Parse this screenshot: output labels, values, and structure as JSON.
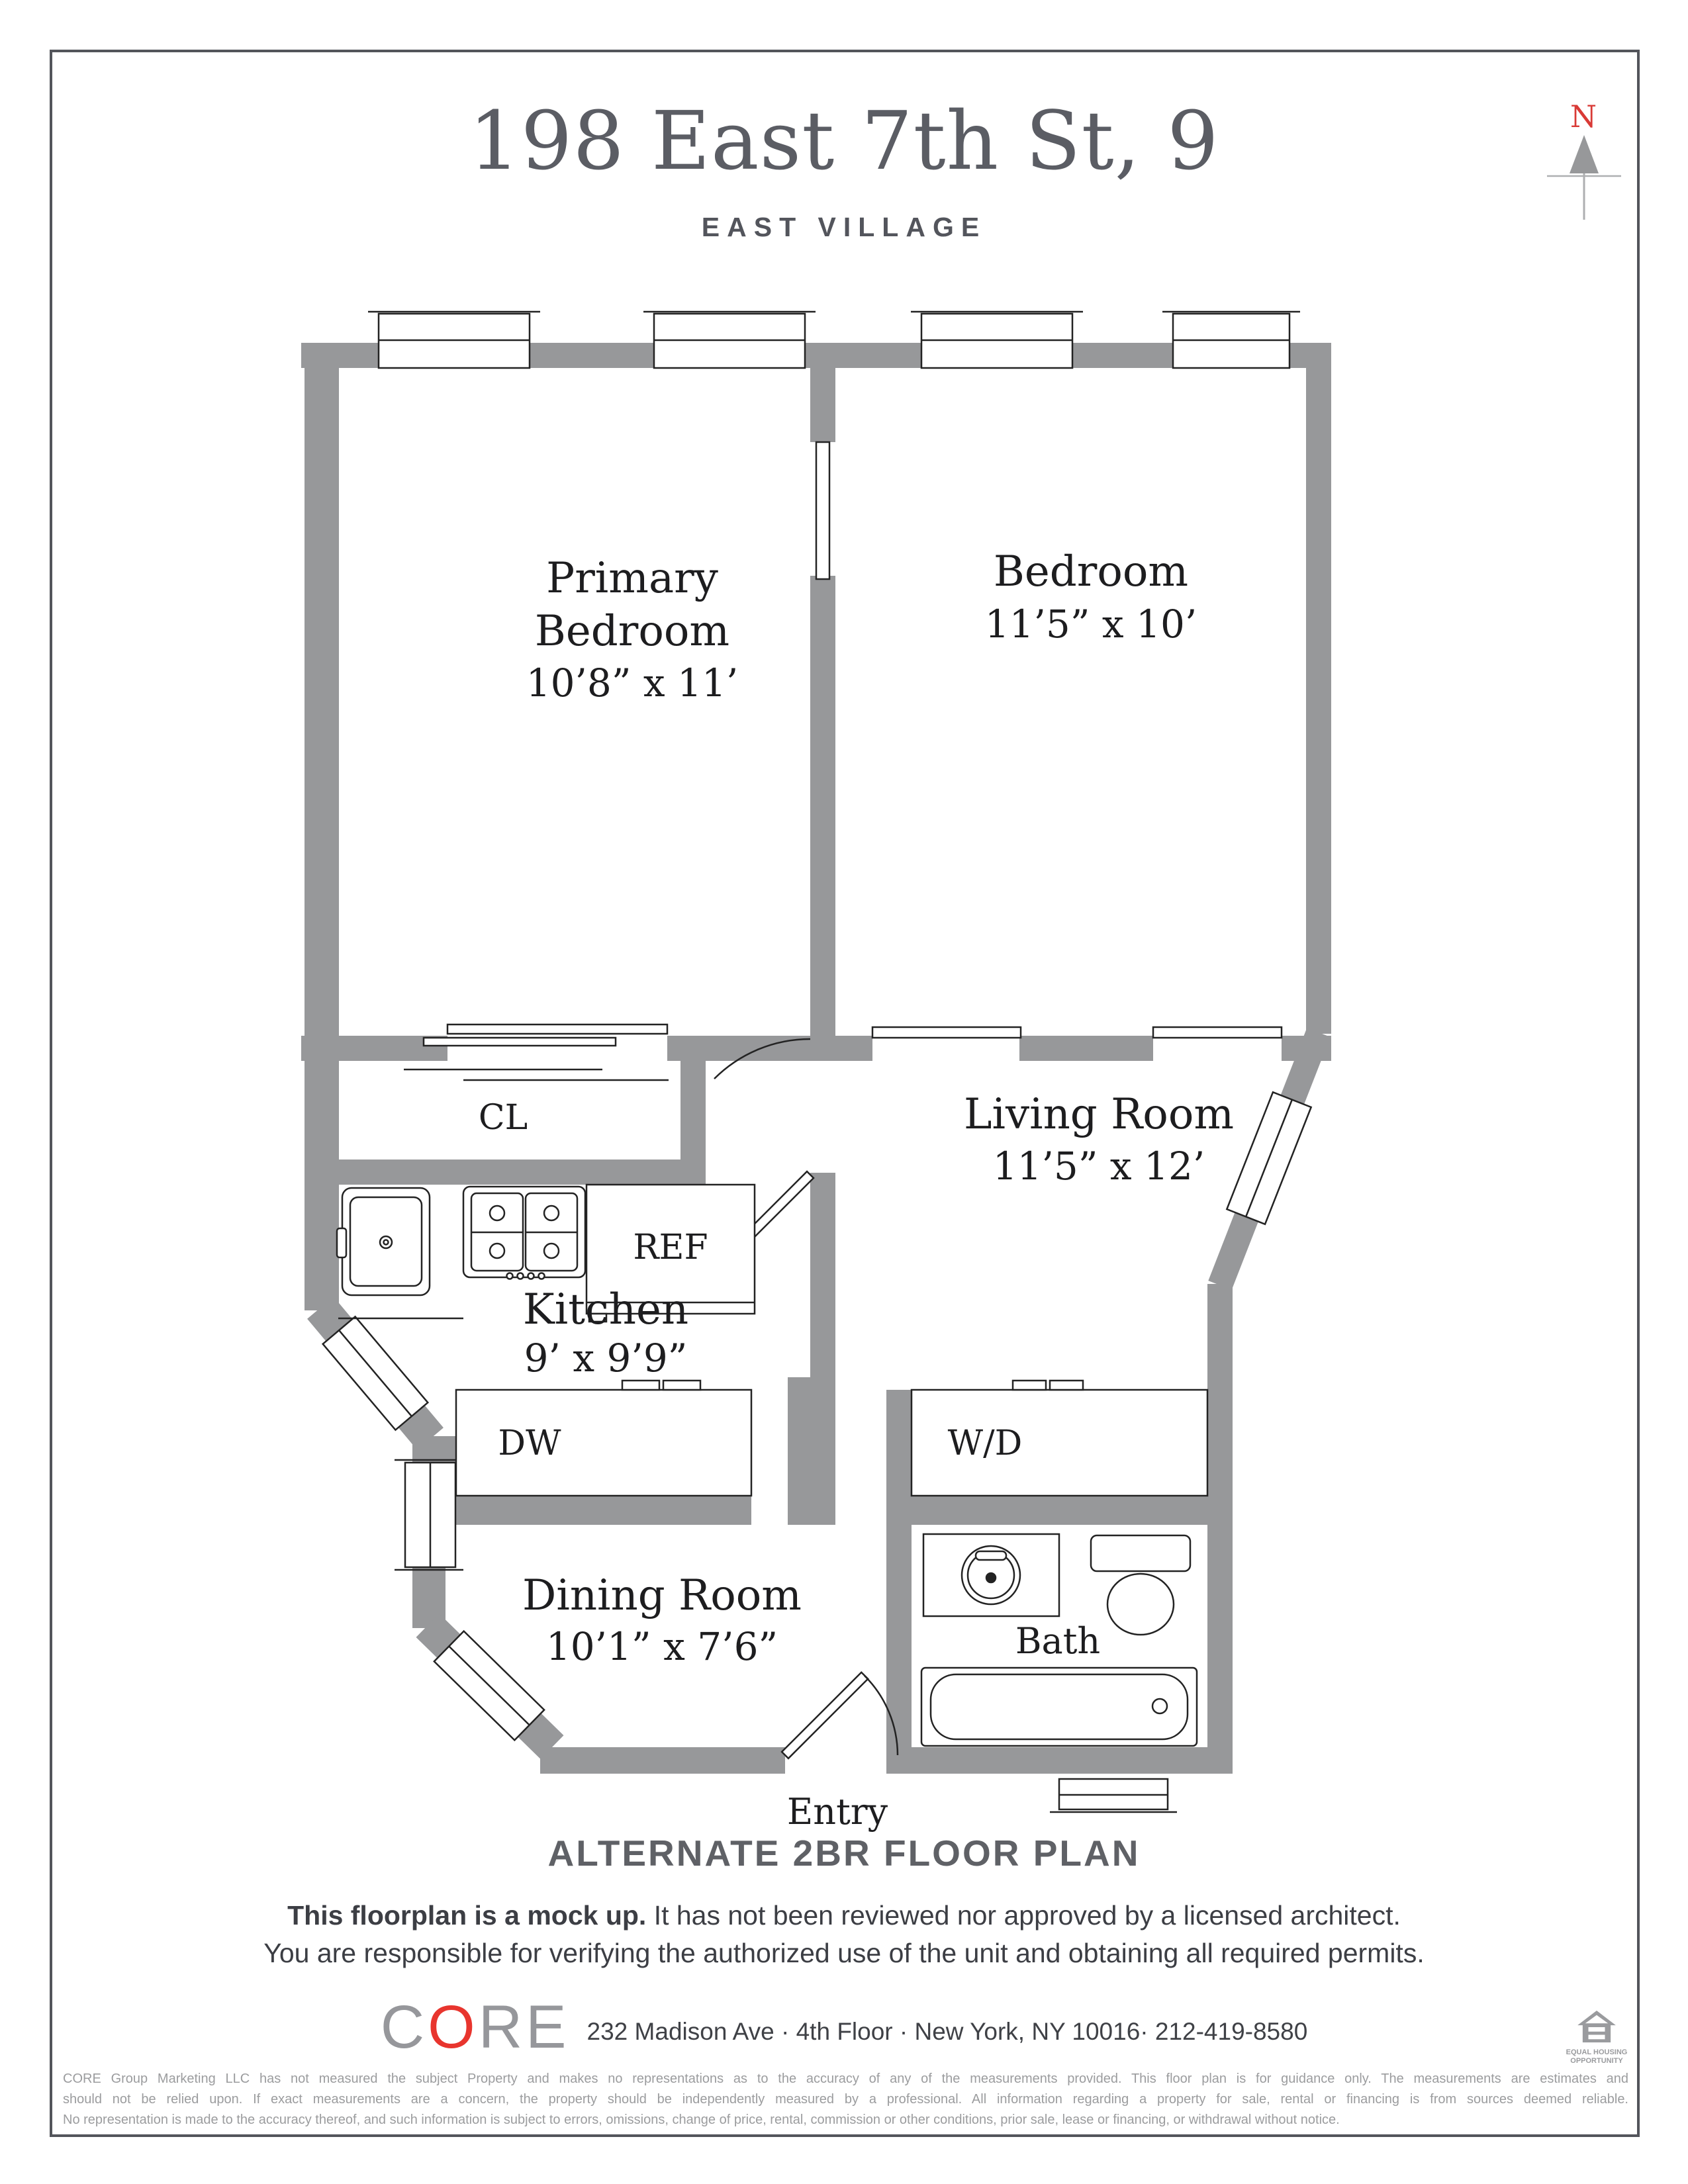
{
  "header": {
    "title": "198 East 7th St, 9",
    "neighborhood": "EAST VILLAGE"
  },
  "compass": {
    "label": "N"
  },
  "rooms": {
    "primary_bedroom": {
      "line1": "Primary",
      "line2": "Bedroom",
      "dims": "10’8” x 11’"
    },
    "bedroom": {
      "name": "Bedroom",
      "dims": "11’5” x 10’"
    },
    "living_room": {
      "name": "Living Room",
      "dims": "11’5” x 12’"
    },
    "kitchen": {
      "name": "Kitchen",
      "dims": "9’ x 9’9”"
    },
    "dining_room": {
      "name": "Dining Room",
      "dims": "10’1” x 7’6”"
    },
    "bath": {
      "name": "Bath"
    },
    "entry": {
      "name": "Entry"
    },
    "closet": {
      "name": "CL"
    },
    "fixtures": {
      "ref": "REF",
      "dw": "DW",
      "wd": "W/D"
    }
  },
  "footer": {
    "plan_title": "ALTERNATE 2BR FLOOR PLAN",
    "disclaimer_bold": "This floorplan is a mock up.",
    "disclaimer_rest": " It has not been reviewed nor approved by a licensed architect.",
    "disclaimer_line2": "You are responsible for verifying the authorized use of the unit and obtaining all required permits.",
    "brand": {
      "c": "C",
      "o": "O",
      "re": "RE"
    },
    "address": "232 Madison Ave · 4th Floor · New York, NY 10016· 212-419-8580",
    "legal_lines": [
      "CORE Group Marketing LLC has not measured the subject Property and makes no representations as to the accuracy of any of the measurements provided. This floor plan is for guidance only. The measurements are estimates and",
      "should not be relied upon. If exact measurements are a concern, the property should be independently measured by a professional. All information regarding a property for sale, rental or financing is from sources deemed reliable.",
      "No representation is made to the accuracy thereof, and such information is subject to errors, omissions, change of price, rental, commission or other conditions, prior sale, lease or financing, or withdrawal without notice."
    ],
    "equal_housing_line1": "EQUAL HOUSING",
    "equal_housing_line2": "OPPORTUNITY"
  },
  "colors": {
    "wall": "#97989a",
    "accent_red": "#e8352e",
    "title": "#5b5d64",
    "text": "#3c3e44",
    "legal": "#9b9c9e"
  }
}
